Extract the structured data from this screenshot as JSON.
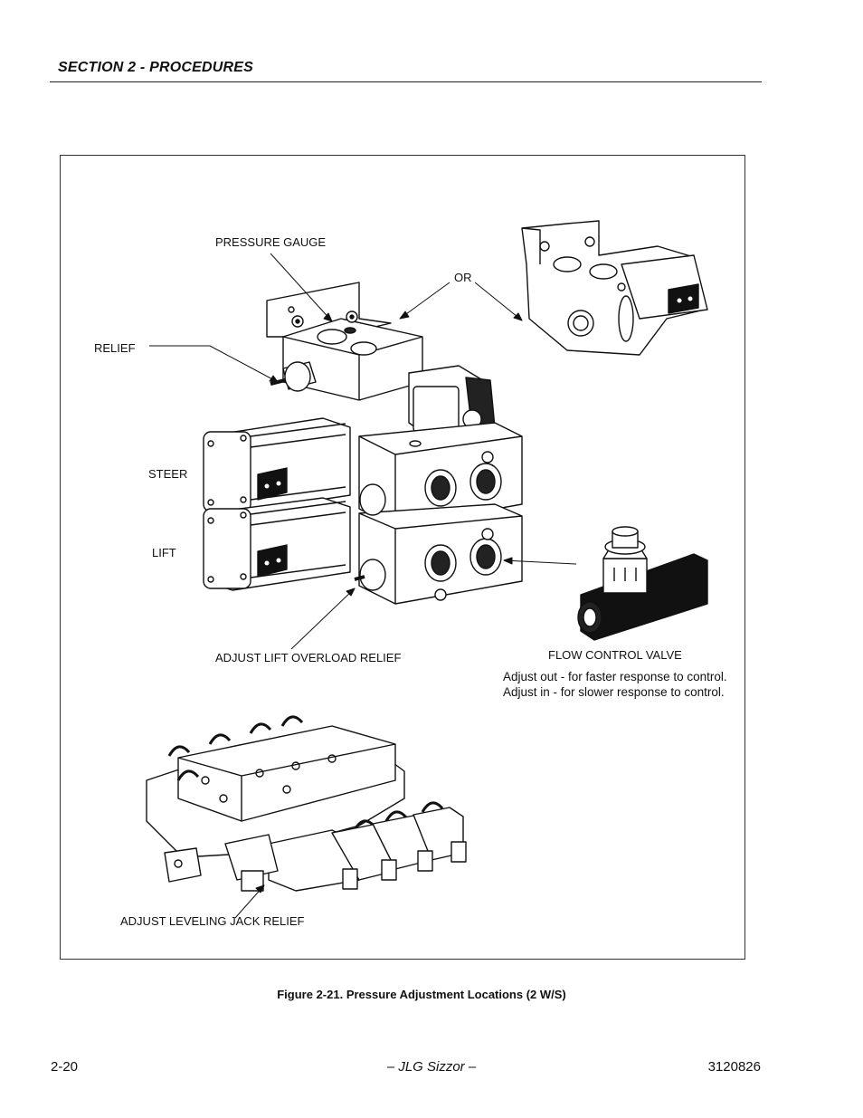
{
  "header": {
    "section_title": "SECTION 2 - PROCEDURES"
  },
  "figure": {
    "labels": {
      "pressure_gauge": "PRESSURE GAUGE",
      "or": "OR",
      "relief": "RELIEF",
      "steer": "STEER",
      "lift": "LIFT",
      "adjust_lift_overload_relief": "ADJUST LIFT OVERLOAD RELIEF",
      "flow_control_valve": "FLOW CONTROL VALVE",
      "adjust_leveling_jack_relief": "ADJUST LEVELING JACK RELIEF"
    },
    "notes": {
      "adjust_out": "Adjust out - for faster response to control.",
      "adjust_in": "Adjust in - for slower response to control."
    },
    "caption": "Figure 2-21.  Pressure Adjustment Locations (2 W/S)"
  },
  "footer": {
    "page_number": "2-20",
    "center": "– JLG Sizzor –",
    "doc_number": "3120826"
  }
}
